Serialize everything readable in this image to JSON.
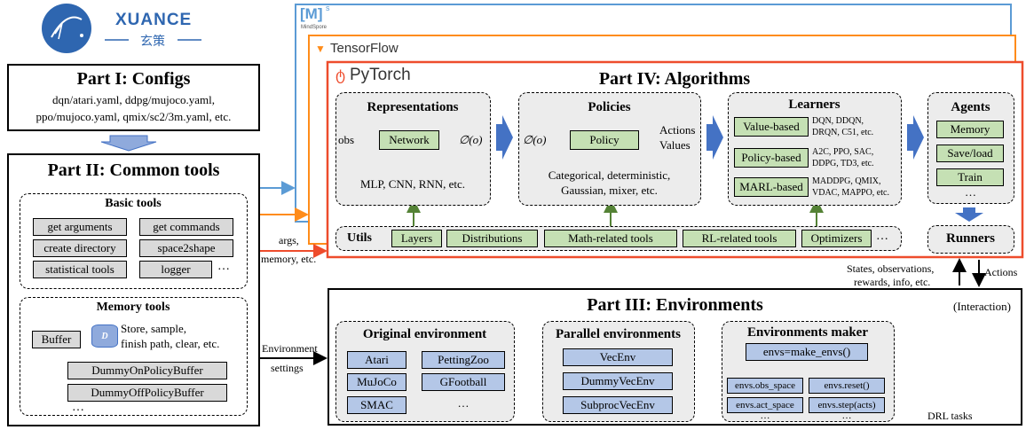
{
  "logo": {
    "name": "XUANCE",
    "subtitle": "玄策"
  },
  "frameworks": {
    "mindspore": "[M]",
    "mindspore_sup": "s",
    "mindspore_label": "MindSpore",
    "tensorflow": "TensorFlow",
    "pytorch": "PyTorch"
  },
  "part1": {
    "title": "Part I: Configs",
    "line1": "dqn/atari.yaml,  ddpg/mujoco.yaml,",
    "line2": "ppo/mujoco.yaml,  qmix/sc2/3m.yaml, etc."
  },
  "part2": {
    "title": "Part II: Common tools",
    "basic_title": "Basic tools",
    "basic_items": [
      "get arguments",
      "get commands",
      "create directory",
      "space2shape",
      "statistical tools",
      "logger"
    ],
    "basic_more": "…",
    "memory_title": "Memory tools",
    "buffer": "Buffer",
    "buffer_icon": "D",
    "buffer_desc1": "Store, sample,",
    "buffer_desc2": "finish path, clear, etc.",
    "buffers": [
      "DummyOnPolicyBuffer",
      "DummyOffPolicyBuffer"
    ],
    "buffer_more": "…"
  },
  "part4": {
    "title": "Part IV: Algorithms",
    "representations": {
      "title": "Representations",
      "input": "obs",
      "network": "Network",
      "output": "∅(o)",
      "desc": "MLP, CNN, RNN, etc."
    },
    "policies": {
      "title": "Policies",
      "input": "∅(o)",
      "policy": "Policy",
      "out1": "Actions",
      "out2": "Values",
      "desc1": "Categorical, deterministic,",
      "desc2": "Gaussian, mixer, etc."
    },
    "learners": {
      "title": "Learners",
      "items": [
        {
          "name": "Value-based",
          "d1": "DQN, DDQN,",
          "d2": "DRQN, C51, etc."
        },
        {
          "name": "Policy-based",
          "d1": "A2C, PPO, SAC,",
          "d2": "DDPG, TD3, etc."
        },
        {
          "name": "MARL-based",
          "d1": "MADDPG, QMIX,",
          "d2": "VDAC, MAPPO, etc."
        }
      ]
    },
    "agents": {
      "title": "Agents",
      "items": [
        "Memory",
        "Save/load",
        "Train"
      ],
      "more": "…"
    },
    "utils": {
      "label": "Utils",
      "items": [
        "Layers",
        "Distributions",
        "Math-related tools",
        "RL-related tools",
        "Optimizers"
      ],
      "more": "…"
    },
    "runners": "Runners"
  },
  "part3": {
    "title": "Part III: Environments",
    "original": {
      "title": "Original environment",
      "items": [
        "Atari",
        "PettingZoo",
        "MuJoCo",
        "GFootball",
        "SMAC"
      ],
      "more": "…"
    },
    "parallel": {
      "title": "Parallel environments",
      "items": [
        "VecEnv",
        "DummyVecEnv",
        "SubprocVecEnv"
      ]
    },
    "maker": {
      "title": "Environments maker",
      "call": "envs=make_envs()",
      "items": [
        "envs.obs_space",
        "envs.reset()",
        "envs.act_space",
        "envs.step(acts)"
      ],
      "more1": "…",
      "more2": "…"
    },
    "interaction": "(Interaction)",
    "drl": "DRL tasks"
  },
  "labels": {
    "args1": "args,",
    "args2": "memory, etc.",
    "env1": "Environment",
    "env2": "settings",
    "states1": "States, observations,",
    "states2": "rewards, info, etc.",
    "actions": "Actions"
  },
  "colors": {
    "mindspore": "#5b9bd5",
    "tensorflow": "#ff8c1a",
    "pytorch": "#ee4c2c",
    "arrow_blue": "#4472c4",
    "arrow_green": "#548235"
  }
}
